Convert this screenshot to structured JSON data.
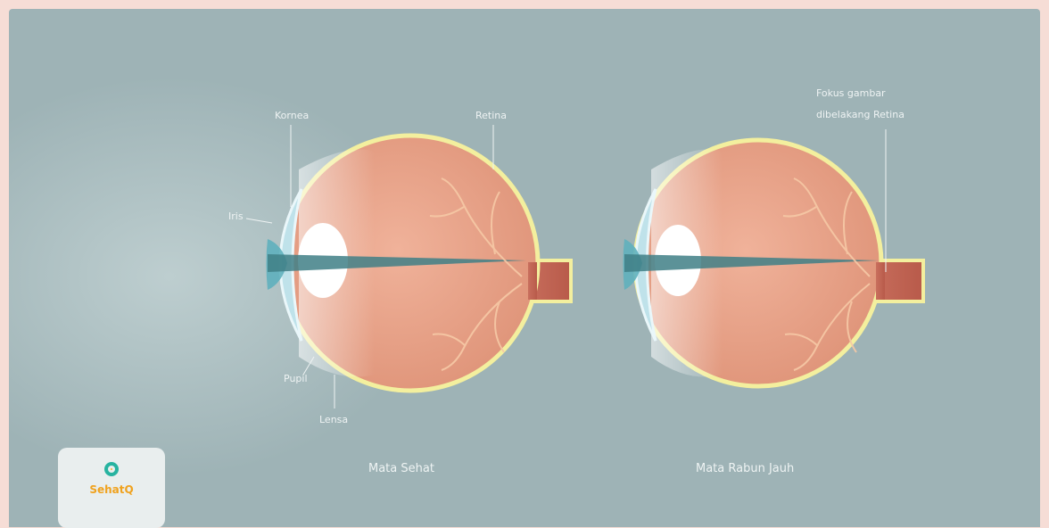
{
  "labels": {
    "kornea": "Kornea",
    "retina": "Retina",
    "iris": "Iris",
    "pupil": "Pupil",
    "lensa": "Lensa",
    "fokus_line1": "Fokus gambar",
    "fokus_line2": "dibelakang Retina"
  },
  "captions": {
    "healthy": "Mata Sehat",
    "farsighted": "Mata Rabun Jauh"
  },
  "logo": {
    "text": "SehatQ"
  },
  "colors": {
    "background_frame": "#f6ddd6",
    "panel": "#9eb3b6",
    "eyeball": "#e89f87",
    "sclera_outline": "#f3ef9e",
    "cornea": "#bfe2ea",
    "lens": "#ffffff",
    "logo_accent": "#27b3a0",
    "logo_text": "#f0a21e"
  }
}
